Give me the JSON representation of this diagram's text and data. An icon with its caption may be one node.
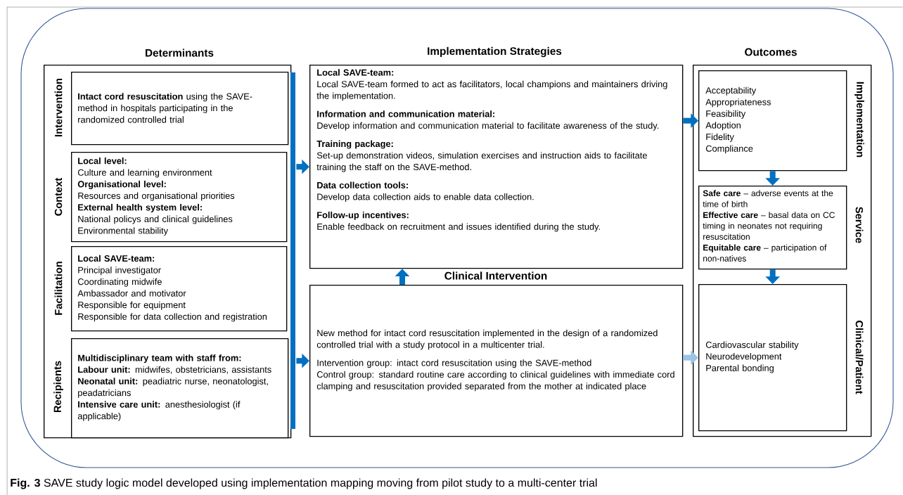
{
  "diagram": {
    "caption": "**Fig. 3** SAVE study logic model developed using implementation mapping moving from pilot study to a multi-center trial",
    "nodes": [
      {
        "text": [
          "Determinants"
        ]
      },
      {
        "text": [
          "**Intact cord resuscitation** using the SAVE-method in hospitals participating in the randomized controlled trial"
        ],
        "beside": [
          "Intervention"
        ],
        "in": 0
      },
      {
        "text": [
          "Local level:",
          "Culture and learning environment",
          "Organisational level:",
          "Resources and organisational priorities",
          "External health system level:",
          "National policys and clinical guidelines",
          "Environmental stability"
        ],
        "beside": [
          "Context"
        ],
        "in": 0
      },
      {
        "text": [
          "Local SAVE-team:",
          "Principal investigator",
          "Coordinating midwife",
          "Ambassador and motivator",
          "Responsible for equipment",
          "Responsible for data collection and registration"
        ],
        "beside": [
          "Facilitation"
        ],
        "in": 0
      },
      {
        "text": [
          "Multidisciplinary team with staff from:",
          "**Labour unit:** midwifes, obstetricians, assistants",
          "**Neonatal unit:** peadiatric nurse, neonatologist, peadatricians",
          "**Intensive care unit:** anesthesiologist (if applicable)"
        ],
        "beside": [
          "Recipients"
        ],
        "in": 0
      },
      {
        "text": [
          "Implementation Strategies",
          "Local SAVE-team:",
          "Local SAVE-team formed to act as facilitators, local champions and maintainers driving the implementation.",
          "Information and communication material:",
          "Develop information and communication material to facilitate awareness of the study.",
          "Training package:",
          "Set-up demonstration videos, simulation exercises and instruction aids to facilitate training the staff on the SAVE-method.",
          "Data collection tools:",
          "Develop data collection aids to enable data collection.",
          "Follow-up incentives:",
          "Enable feedback on recruitment and issues identified during the study."
        ]
      },
      {
        "text": [
          "Clinical Intervention",
          "New method for intact cord resuscitation implemented in the design of a randomized controlled trial with a study protocol in a multicenter trial.",
          "Intervention group: intact cord resuscitation using the SAVE-method",
          "Control group: standard routine care according to clinical guidelines with immediate cord clamping and resuscitation provided separated from the mother at indicated place"
        ]
      },
      {
        "text": [
          "Outcomes"
        ]
      },
      {
        "text": [
          "Acceptability",
          "Appropriateness",
          "Feasibility",
          "Adoption",
          "Fidelity",
          "Compliance"
        ],
        "beside": [
          "Implementation"
        ],
        "in": 7
      },
      {
        "text": [
          "**Safe care** – adverse events at the time of birth",
          "**Effective care** – basal data on CC timing in neonates not requiring resuscitation",
          "**Equitable care** – participation of non-natives"
        ],
        "beside": [
          "Service"
        ],
        "in": 7
      },
      {
        "text": [
          "Cardiovascular stability",
          "Neurodevelopment",
          "Parental bonding"
        ],
        "beside": [
          "Clinical/Patient"
        ],
        "in": 7
      }
    ],
    "edges": [
      {
        "from": 0,
        "to": 5,
        "arrow": "to"
      },
      {
        "from": 0,
        "to": 6,
        "arrow": "to"
      },
      {
        "from": 6,
        "to": 5,
        "arrow": "to"
      },
      {
        "from": 5,
        "to": 8,
        "arrow": "to"
      },
      {
        "from": 8,
        "to": 9,
        "arrow": "to"
      },
      {
        "from": 9,
        "to": 10,
        "arrow": "to"
      },
      {
        "from": 6,
        "to": 10,
        "arrow": "to",
        "color": "#9dc3e6"
      }
    ]
  }
}
